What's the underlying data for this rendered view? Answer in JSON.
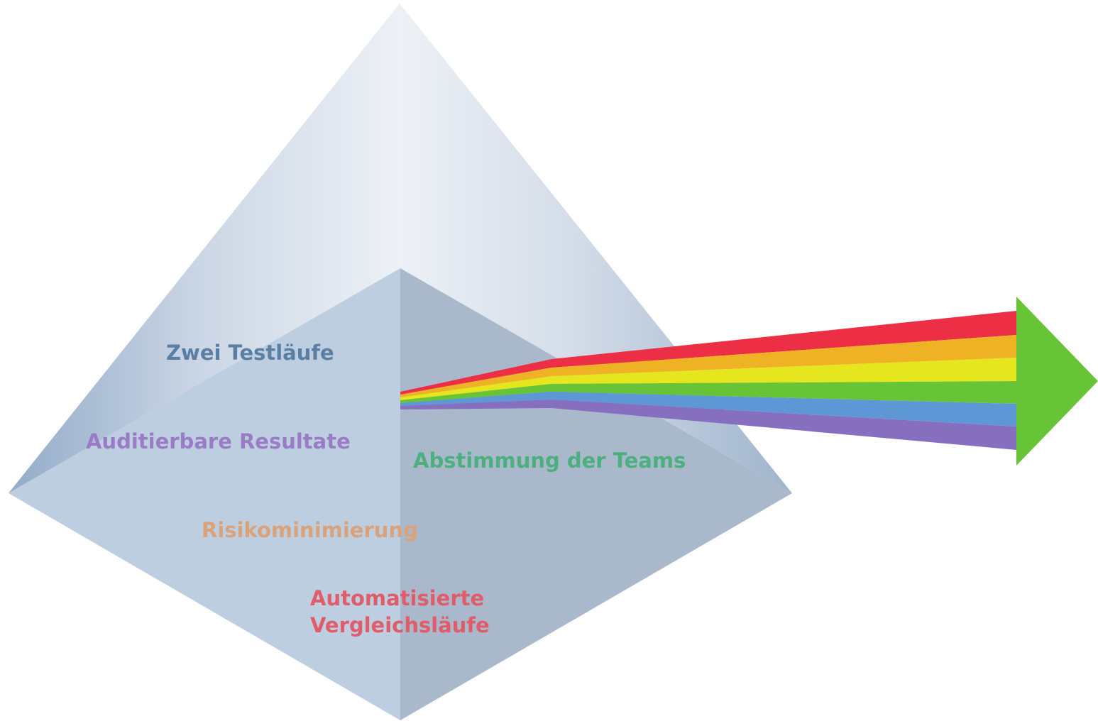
{
  "labels": {
    "zwei_testlaeufe": "Zwei Testläufe",
    "auditierbare_resultate": "Auditierbare Resultate",
    "abstimmung_der_teams": "Abstimmung der Teams",
    "risikominimierung": "Risikominimierung",
    "automatisierte_line1": "Automatisierte",
    "automatisierte_line2": "Vergleichsläufe"
  },
  "colors": {
    "zwei_testlaeufe": "#5b7fa3",
    "auditierbare_resultate": "#9a7cc6",
    "abstimmung_der_teams": "#4caf7e",
    "risikominimierung": "#d9a27a",
    "automatisierte": "#e05c6a",
    "band_red": "#ec2f44",
    "band_orange": "#eeb224",
    "band_yellow": "#e6e61e",
    "band_green": "#67c436",
    "band_blue": "#5e97d6",
    "band_purple": "#866fbf",
    "arrow_head": "#67c436"
  }
}
